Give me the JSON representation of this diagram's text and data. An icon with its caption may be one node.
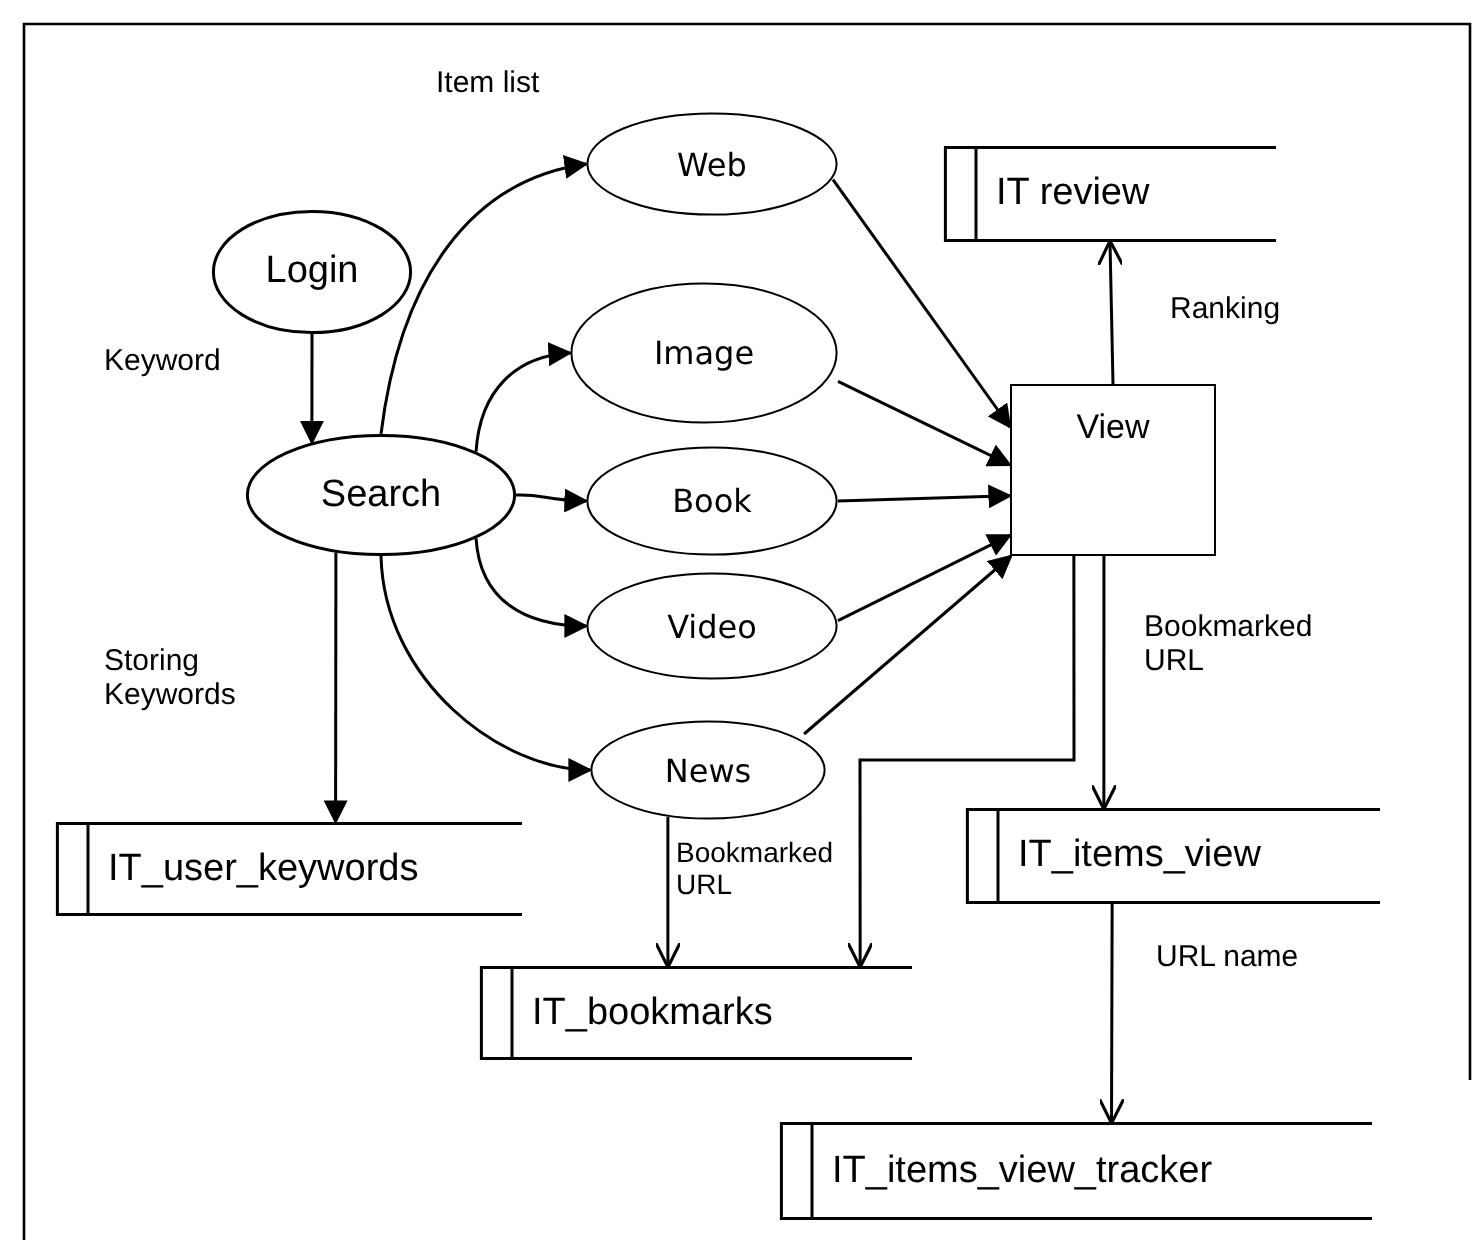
{
  "diagram": {
    "nodes": [
      {
        "text": [
          "Login"
        ]
      },
      {
        "text": [
          "Search"
        ]
      },
      {
        "text": [
          "Web"
        ]
      },
      {
        "text": [
          "Image"
        ]
      },
      {
        "text": [
          "Book"
        ]
      },
      {
        "text": [
          "Video"
        ]
      },
      {
        "text": [
          "News"
        ]
      },
      {
        "text": [
          "View"
        ]
      },
      {
        "text": [
          "IT review"
        ]
      },
      {
        "text": [
          "IT_user_keywords"
        ]
      },
      {
        "text": [
          "IT_bookmarks"
        ]
      },
      {
        "text": [
          "IT_items_view"
        ]
      },
      {
        "text": [
          "IT_items_view_tracker"
        ]
      }
    ],
    "edges": [
      {
        "from": 0,
        "to": 1,
        "arrow": "to",
        "label": "Keyword"
      },
      {
        "from": 1,
        "to": 2,
        "arrow": "to"
      },
      {
        "from": 1,
        "to": 3,
        "arrow": "to"
      },
      {
        "from": 1,
        "to": 4,
        "arrow": "to"
      },
      {
        "from": 1,
        "to": 5,
        "arrow": "to"
      },
      {
        "from": 1,
        "to": 6,
        "arrow": "to"
      },
      {
        "from": 2,
        "to": 7,
        "arrow": "to"
      },
      {
        "from": 3,
        "to": 7,
        "arrow": "to"
      },
      {
        "from": 4,
        "to": 7,
        "arrow": "to"
      },
      {
        "from": 5,
        "to": 7,
        "arrow": "to"
      },
      {
        "from": 6,
        "to": 7,
        "arrow": "to"
      },
      {
        "from": 7,
        "to": 8,
        "arrow": "to",
        "label": "Ranking"
      },
      {
        "from": 1,
        "to": 9,
        "arrow": "to",
        "label": "Storing Keywords"
      },
      {
        "from": 6,
        "to": 10,
        "arrow": "to",
        "label": "Bookmarked URL"
      },
      {
        "from": 7,
        "to": 10,
        "arrow": "to"
      },
      {
        "from": 7,
        "to": 11,
        "arrow": "to",
        "label": "Bookmarked URL"
      },
      {
        "from": 11,
        "to": 12,
        "arrow": "to",
        "label": "URL name"
      }
    ],
    "labels": [
      "Item list"
    ]
  }
}
